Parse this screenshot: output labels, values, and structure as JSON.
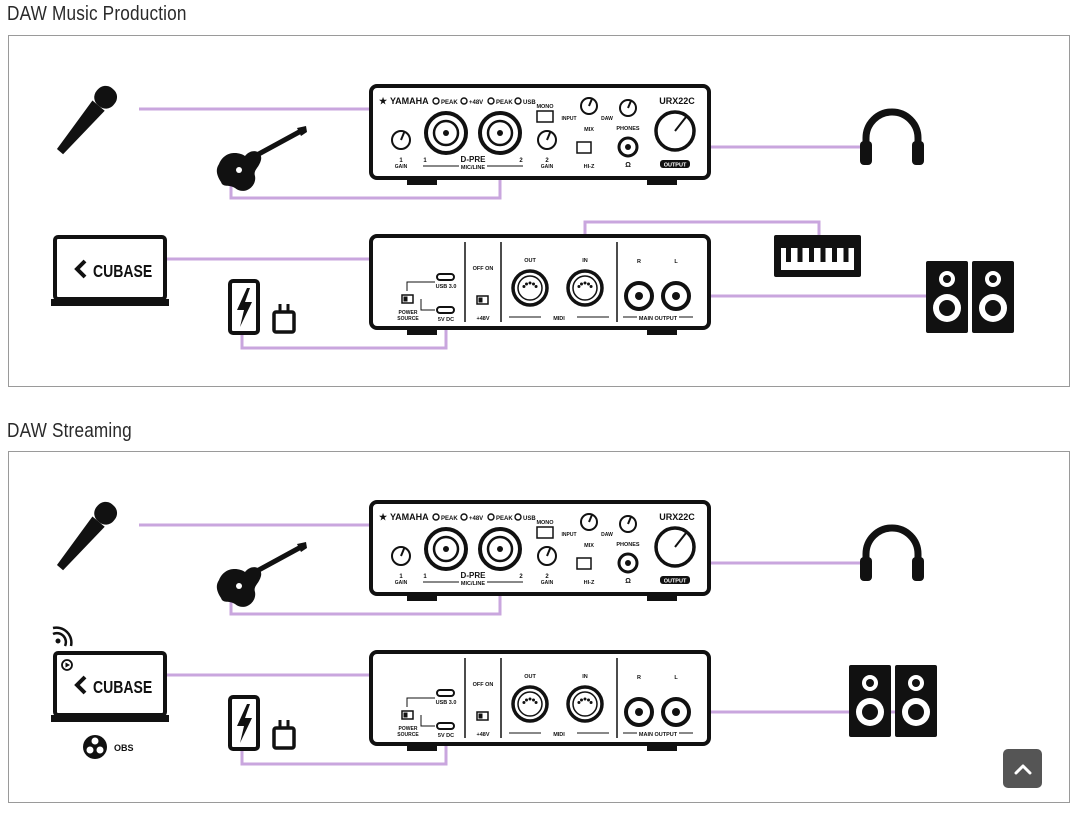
{
  "sections": [
    {
      "title": "DAW Music Production"
    },
    {
      "title": "DAW Streaming"
    }
  ],
  "device": {
    "brand": "YAMAHA",
    "model": "URX22C",
    "front": {
      "peak1": "PEAK",
      "phantom": "+48V",
      "peak2": "PEAK",
      "usb": "USB",
      "mono": "MONO",
      "input": "INPUT",
      "daw": "DAW",
      "mix": "MIX",
      "phones": "PHONES",
      "output": "OUTPUT",
      "gain": "GAIN",
      "dpre": "D-PRE",
      "mic_line": "MIC/LINE",
      "hiz": "HI-Z",
      "ch1": "1",
      "ch2": "2"
    },
    "rear": {
      "usb30": "USB 3.0",
      "power_source": "POWER\nSOURCE",
      "power_source_l1": "POWER",
      "power_source_l2": "SOURCE",
      "dc": "5V DC",
      "off_on": "OFF ON",
      "phantom": "+48V",
      "out": "OUT",
      "in": "IN",
      "midi": "MIDI",
      "r": "R",
      "l": "L",
      "main_output": "MAIN OUTPUT"
    }
  },
  "software": {
    "daw": "CUBASE",
    "stream": "OBS"
  },
  "colors": {
    "cable": "#c9a6de",
    "ink": "#111111",
    "border": "#9a9a9a",
    "button": "#555555"
  },
  "icons": [
    "microphone-icon",
    "guitar-icon",
    "headphones-icon",
    "laptop-icon",
    "battery-icon",
    "plug-icon",
    "midi-keyboard-icon",
    "speakers-icon",
    "wireless-icon",
    "obs-icon",
    "chevron-up-icon"
  ]
}
